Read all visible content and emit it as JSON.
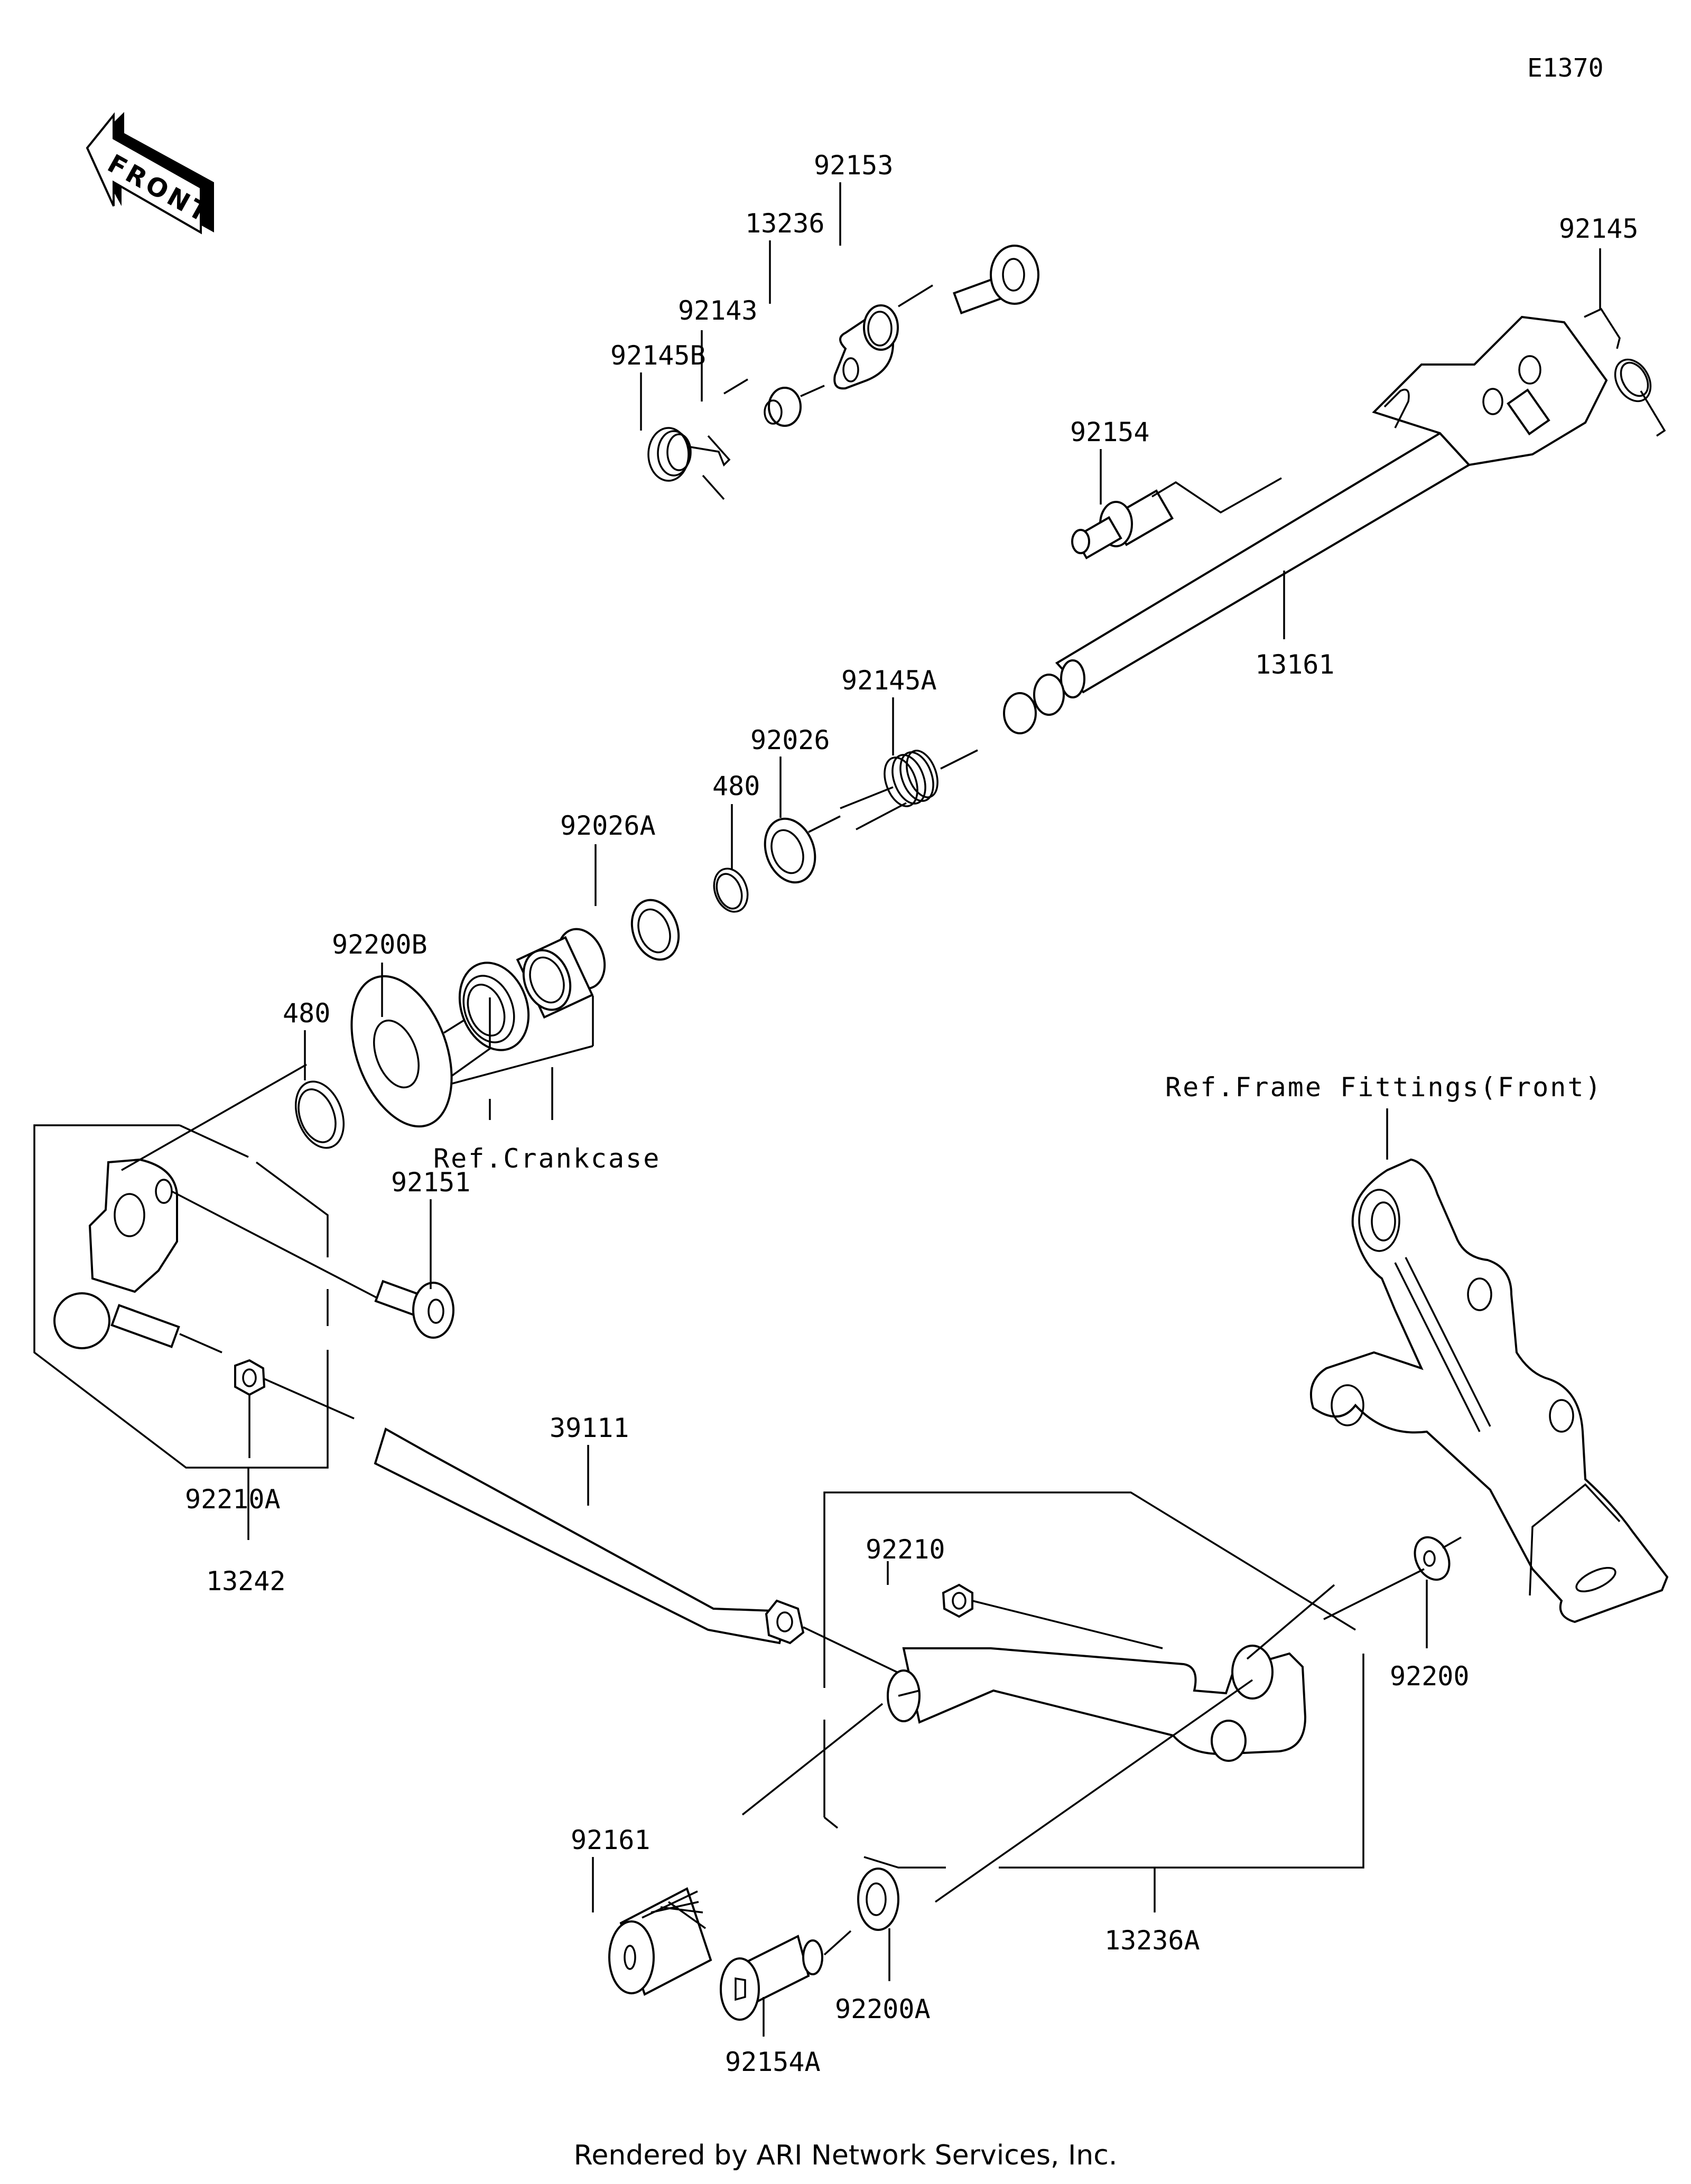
{
  "diagram_code": "E1370",
  "front_indicator": "FRONT",
  "footer": "Rendered by ARI Network Services, Inc.",
  "callouts": {
    "p92153": "92153",
    "p13236": "13236",
    "p92143": "92143",
    "p92145B": "92145B",
    "p92145": "92145",
    "p92154": "92154",
    "p13161": "13161",
    "p92145A": "92145A",
    "p92026": "92026",
    "p480a": "480",
    "p92026A": "92026A",
    "p92200B": "92200B",
    "p480b": "480",
    "ref_crankcase": "Ref.Crankcase",
    "p92151": "92151",
    "ref_frame": "Ref.Frame Fittings(Front)",
    "p39111": "39111",
    "p92210A": "92210A",
    "p13242": "13242",
    "p92210": "92210",
    "p92200": "92200",
    "p92161": "92161",
    "p13236A": "13236A",
    "p92200A": "92200A",
    "p92154A": "92154A"
  }
}
